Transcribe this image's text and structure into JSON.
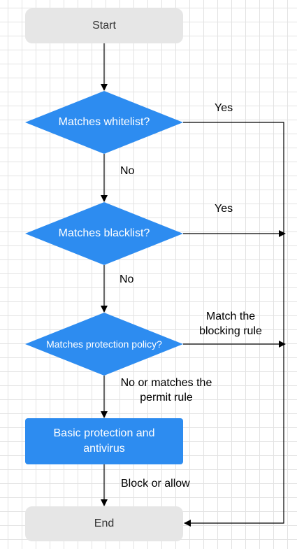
{
  "nodes": {
    "start": "Start",
    "whitelist": "Matches whitelist?",
    "blacklist": "Matches blacklist?",
    "policy": "Matches protection policy?",
    "basic_line1": "Basic protection and",
    "basic_line2": "antivirus",
    "end": "End"
  },
  "edges": {
    "whitelist_yes": "Yes",
    "whitelist_no": "No",
    "blacklist_yes": "Yes",
    "blacklist_no": "No",
    "policy_block_line1": "Match the",
    "policy_block_line2": "blocking rule",
    "policy_permit_line1": "No or matches the",
    "policy_permit_line2": "permit rule",
    "basic_out": "Block or allow"
  },
  "colors": {
    "decision_fill": "#2d8cf0",
    "terminal_fill": "#e6e6e6",
    "connector": "#000000"
  }
}
